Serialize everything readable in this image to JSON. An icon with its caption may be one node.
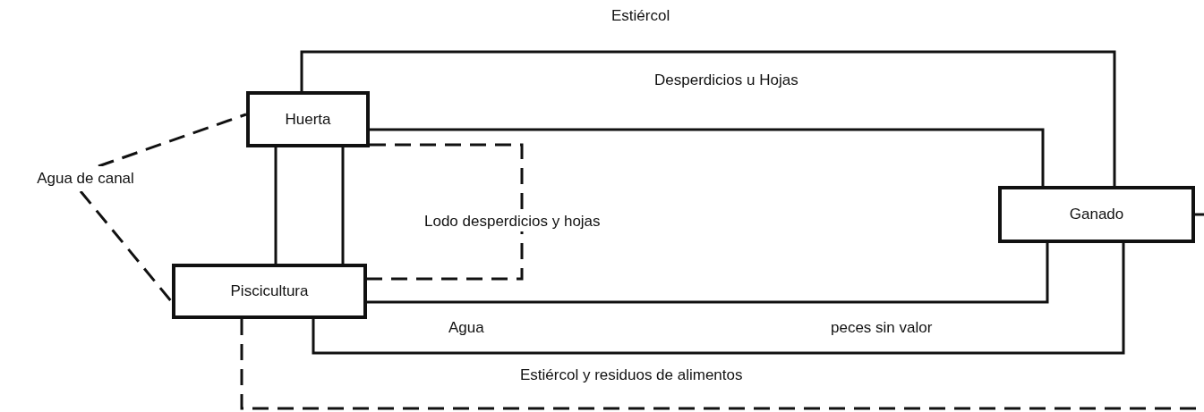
{
  "diagram": {
    "nodes": [
      {
        "text": [
          "Huerta"
        ]
      },
      {
        "text": [
          "Agua de canal"
        ]
      },
      {
        "text": [
          "Ganado"
        ]
      },
      {
        "text": [
          "Piscicultura"
        ]
      }
    ],
    "edges": [
      {
        "from": 0,
        "to": 2,
        "arrow": "none",
        "label": "Estiércol"
      },
      {
        "from": 0,
        "to": 2,
        "arrow": "none",
        "label": "Desperdicios u Hojas"
      },
      {
        "from": 0,
        "to": 3,
        "arrow": "none"
      },
      {
        "from": 0,
        "to": 3,
        "arrow": "none"
      },
      {
        "from": 0,
        "to": 3,
        "arrow": "none",
        "style": "dashed",
        "label": "Lodo desperdicios y hojas"
      },
      {
        "from": 3,
        "to": 2,
        "arrow": "none",
        "label": "Agua"
      },
      {
        "from": 3,
        "to": 2,
        "arrow": "none",
        "label": "Estiércol y residuos de alimentos"
      },
      {
        "from": 1,
        "to": 0,
        "arrow": "none",
        "style": "dashed"
      },
      {
        "from": 1,
        "to": 3,
        "arrow": "none",
        "style": "dashed"
      },
      {
        "from": 2,
        "to": null,
        "arrow": "none"
      },
      {
        "from": 3,
        "to": null,
        "arrow": "none",
        "style": "dashed"
      }
    ],
    "labels": [
      "peces sin valor"
    ]
  }
}
